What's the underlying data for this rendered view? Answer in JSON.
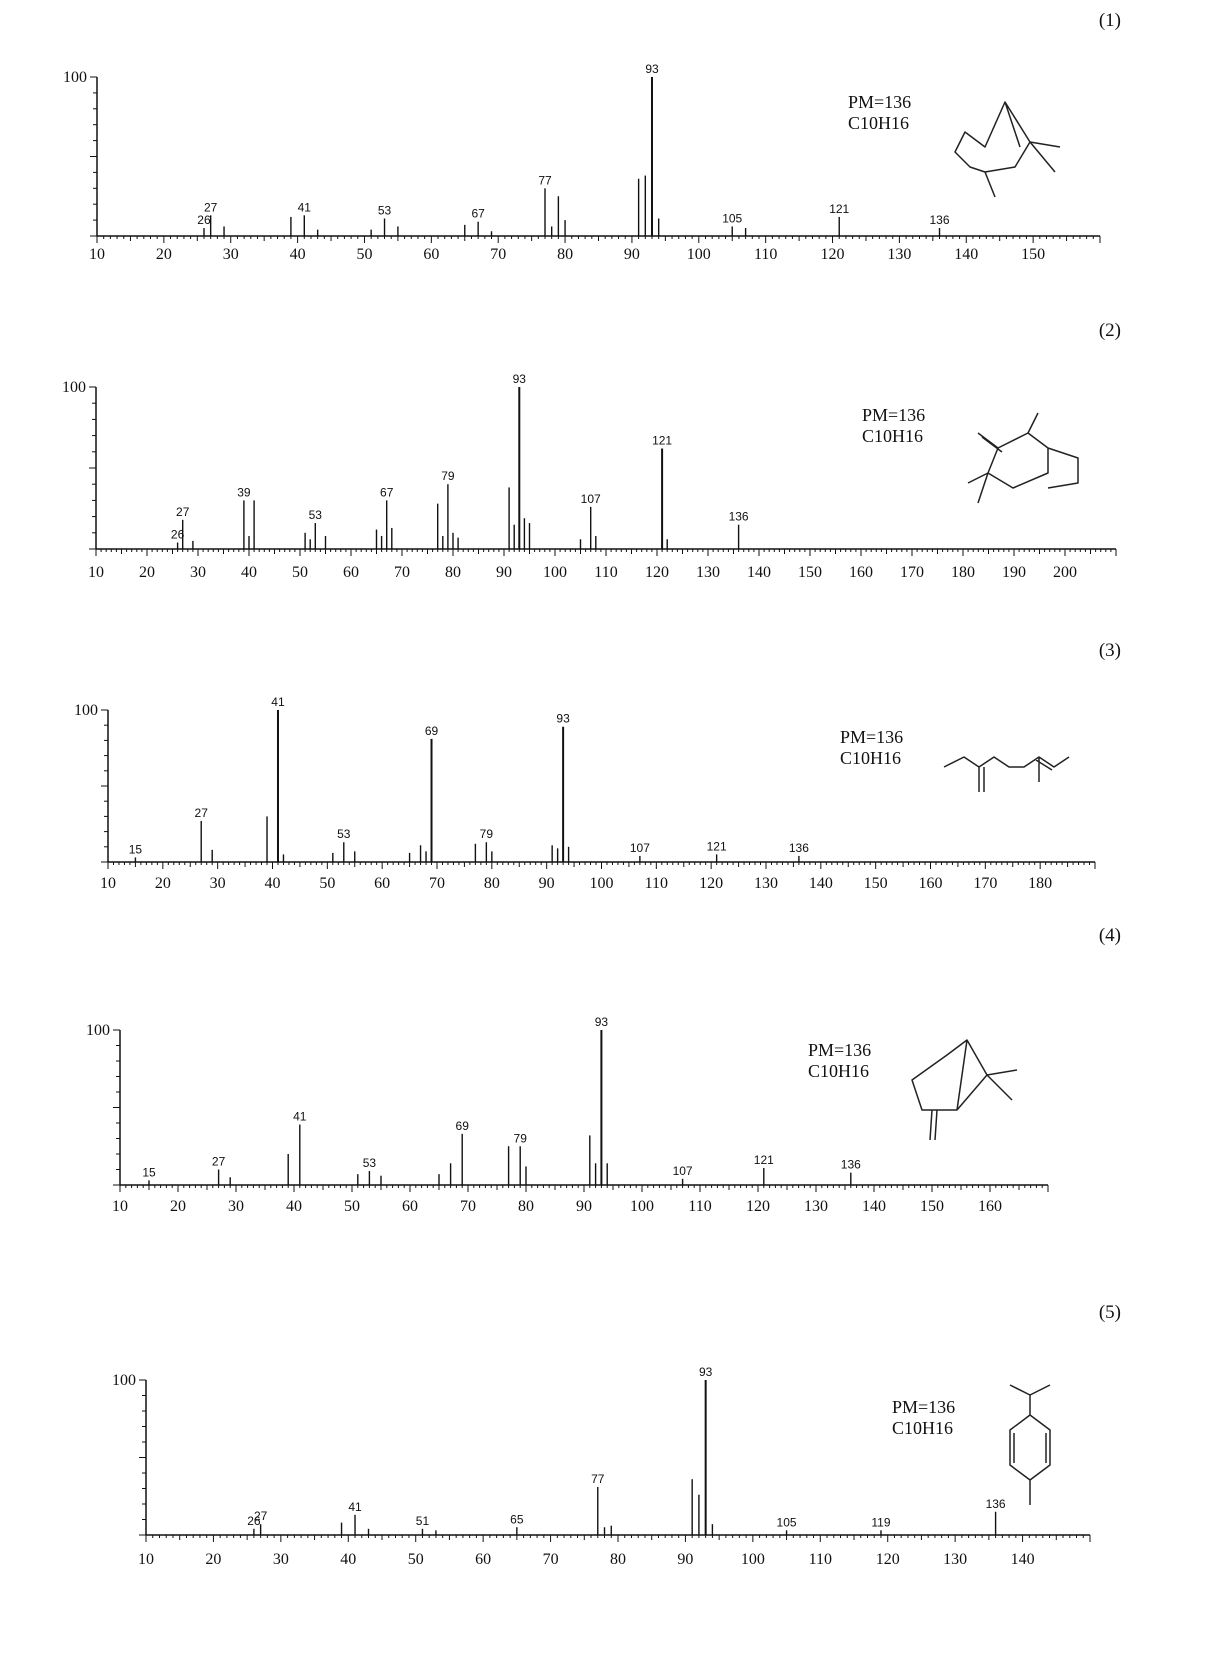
{
  "chart_data": [
    {
      "type": "bar",
      "panel_label": "(1)",
      "pm_text": "PM=136",
      "formula_text": "C10H16",
      "y_label": "100",
      "xlim": [
        10,
        160
      ],
      "ylim": [
        0,
        100
      ],
      "x_ticks": [
        10,
        20,
        30,
        40,
        50,
        60,
        70,
        80,
        90,
        100,
        110,
        120,
        130,
        140,
        150
      ],
      "structure_icon": "bicyclic-terpene-structure-icon",
      "peaks": [
        {
          "mz": 26,
          "i": 5,
          "label": "26"
        },
        {
          "mz": 27,
          "i": 13,
          "label": "27"
        },
        {
          "mz": 29,
          "i": 6
        },
        {
          "mz": 39,
          "i": 12
        },
        {
          "mz": 41,
          "i": 13,
          "label": "41"
        },
        {
          "mz": 43,
          "i": 4
        },
        {
          "mz": 51,
          "i": 4
        },
        {
          "mz": 53,
          "i": 11,
          "label": "53"
        },
        {
          "mz": 55,
          "i": 6
        },
        {
          "mz": 65,
          "i": 7
        },
        {
          "mz": 67,
          "i": 9,
          "label": "67"
        },
        {
          "mz": 69,
          "i": 3
        },
        {
          "mz": 77,
          "i": 30,
          "label": "77"
        },
        {
          "mz": 78,
          "i": 6
        },
        {
          "mz": 79,
          "i": 25
        },
        {
          "mz": 80,
          "i": 10
        },
        {
          "mz": 91,
          "i": 36
        },
        {
          "mz": 92,
          "i": 38
        },
        {
          "mz": 93,
          "i": 100,
          "label": "93"
        },
        {
          "mz": 94,
          "i": 11
        },
        {
          "mz": 105,
          "i": 6,
          "label": "105"
        },
        {
          "mz": 107,
          "i": 5
        },
        {
          "mz": 121,
          "i": 12,
          "label": "121"
        },
        {
          "mz": 136,
          "i": 5,
          "label": "136"
        }
      ]
    },
    {
      "type": "bar",
      "panel_label": "(2)",
      "pm_text": "PM=136",
      "formula_text": "C10H16",
      "y_label": "100",
      "xlim": [
        10,
        210
      ],
      "ylim": [
        0,
        100
      ],
      "x_ticks": [
        10,
        20,
        30,
        40,
        50,
        60,
        70,
        80,
        90,
        100,
        110,
        120,
        130,
        140,
        150,
        160,
        170,
        180,
        190,
        200
      ],
      "structure_icon": "camphene-structure-icon",
      "peaks": [
        {
          "mz": 26,
          "i": 4,
          "label": "26"
        },
        {
          "mz": 27,
          "i": 18,
          "label": "27"
        },
        {
          "mz": 29,
          "i": 5
        },
        {
          "mz": 39,
          "i": 30,
          "label": "39"
        },
        {
          "mz": 40,
          "i": 8
        },
        {
          "mz": 41,
          "i": 30
        },
        {
          "mz": 51,
          "i": 10
        },
        {
          "mz": 52,
          "i": 6
        },
        {
          "mz": 53,
          "i": 16,
          "label": "53"
        },
        {
          "mz": 55,
          "i": 8
        },
        {
          "mz": 65,
          "i": 12
        },
        {
          "mz": 66,
          "i": 8
        },
        {
          "mz": 67,
          "i": 30,
          "label": "67"
        },
        {
          "mz": 68,
          "i": 13
        },
        {
          "mz": 77,
          "i": 28
        },
        {
          "mz": 78,
          "i": 8
        },
        {
          "mz": 79,
          "i": 40,
          "label": "79"
        },
        {
          "mz": 80,
          "i": 10
        },
        {
          "mz": 81,
          "i": 7
        },
        {
          "mz": 91,
          "i": 38
        },
        {
          "mz": 92,
          "i": 15
        },
        {
          "mz": 93,
          "i": 100,
          "label": "93"
        },
        {
          "mz": 94,
          "i": 19
        },
        {
          "mz": 95,
          "i": 16
        },
        {
          "mz": 105,
          "i": 6
        },
        {
          "mz": 107,
          "i": 26,
          "label": "107"
        },
        {
          "mz": 108,
          "i": 8
        },
        {
          "mz": 121,
          "i": 62,
          "label": "121"
        },
        {
          "mz": 122,
          "i": 6
        },
        {
          "mz": 136,
          "i": 15,
          "label": "136"
        }
      ]
    },
    {
      "type": "bar",
      "panel_label": "(3)",
      "pm_text": "PM=136",
      "formula_text": "C10H16",
      "y_label": "100",
      "xlim": [
        10,
        190
      ],
      "ylim": [
        0,
        100
      ],
      "x_ticks": [
        10,
        20,
        30,
        40,
        50,
        60,
        70,
        80,
        90,
        100,
        110,
        120,
        130,
        140,
        150,
        160,
        170,
        180
      ],
      "structure_icon": "myrcene-structure-icon",
      "peaks": [
        {
          "mz": 15,
          "i": 3,
          "label": "15"
        },
        {
          "mz": 27,
          "i": 27,
          "label": "27"
        },
        {
          "mz": 29,
          "i": 8
        },
        {
          "mz": 39,
          "i": 30
        },
        {
          "mz": 41,
          "i": 100,
          "label": "41"
        },
        {
          "mz": 42,
          "i": 5
        },
        {
          "mz": 51,
          "i": 6
        },
        {
          "mz": 53,
          "i": 13,
          "label": "53"
        },
        {
          "mz": 55,
          "i": 7
        },
        {
          "mz": 65,
          "i": 6
        },
        {
          "mz": 67,
          "i": 11
        },
        {
          "mz": 68,
          "i": 7
        },
        {
          "mz": 69,
          "i": 81,
          "label": "69"
        },
        {
          "mz": 77,
          "i": 12
        },
        {
          "mz": 79,
          "i": 13,
          "label": "79"
        },
        {
          "mz": 80,
          "i": 7
        },
        {
          "mz": 91,
          "i": 11
        },
        {
          "mz": 92,
          "i": 9
        },
        {
          "mz": 93,
          "i": 89,
          "label": "93"
        },
        {
          "mz": 94,
          "i": 10
        },
        {
          "mz": 107,
          "i": 4,
          "label": "107"
        },
        {
          "mz": 121,
          "i": 5,
          "label": "121"
        },
        {
          "mz": 136,
          "i": 4,
          "label": "136"
        }
      ]
    },
    {
      "type": "bar",
      "panel_label": "(4)",
      "pm_text": "PM=136",
      "formula_text": "C10H16",
      "y_label": "100",
      "xlim": [
        10,
        170
      ],
      "ylim": [
        0,
        100
      ],
      "x_ticks": [
        10,
        20,
        30,
        40,
        50,
        60,
        70,
        80,
        90,
        100,
        110,
        120,
        130,
        140,
        150,
        160
      ],
      "structure_icon": "beta-pinene-structure-icon",
      "peaks": [
        {
          "mz": 15,
          "i": 3,
          "label": "15"
        },
        {
          "mz": 27,
          "i": 10,
          "label": "27"
        },
        {
          "mz": 29,
          "i": 5
        },
        {
          "mz": 39,
          "i": 20
        },
        {
          "mz": 41,
          "i": 39,
          "label": "41"
        },
        {
          "mz": 51,
          "i": 7
        },
        {
          "mz": 53,
          "i": 9,
          "label": "53"
        },
        {
          "mz": 55,
          "i": 6
        },
        {
          "mz": 65,
          "i": 7
        },
        {
          "mz": 67,
          "i": 14
        },
        {
          "mz": 69,
          "i": 33,
          "label": "69"
        },
        {
          "mz": 77,
          "i": 25
        },
        {
          "mz": 79,
          "i": 25,
          "label": "79"
        },
        {
          "mz": 80,
          "i": 12
        },
        {
          "mz": 91,
          "i": 32
        },
        {
          "mz": 92,
          "i": 14
        },
        {
          "mz": 93,
          "i": 100,
          "label": "93"
        },
        {
          "mz": 94,
          "i": 14
        },
        {
          "mz": 107,
          "i": 4,
          "label": "107"
        },
        {
          "mz": 121,
          "i": 11,
          "label": "121"
        },
        {
          "mz": 136,
          "i": 8,
          "label": "136"
        }
      ]
    },
    {
      "type": "bar",
      "panel_label": "(5)",
      "pm_text": "PM=136",
      "formula_text": "C10H16",
      "y_label": "100",
      "xlim": [
        10,
        150
      ],
      "ylim": [
        0,
        100
      ],
      "x_ticks": [
        10,
        20,
        30,
        40,
        50,
        60,
        70,
        80,
        90,
        100,
        110,
        120,
        130,
        140
      ],
      "structure_icon": "terpinene-structure-icon",
      "peaks": [
        {
          "mz": 26,
          "i": 4,
          "label": "26"
        },
        {
          "mz": 27,
          "i": 7,
          "label": "27"
        },
        {
          "mz": 39,
          "i": 8
        },
        {
          "mz": 41,
          "i": 13,
          "label": "41"
        },
        {
          "mz": 43,
          "i": 4
        },
        {
          "mz": 51,
          "i": 4,
          "label": "51"
        },
        {
          "mz": 53,
          "i": 3
        },
        {
          "mz": 65,
          "i": 5,
          "label": "65"
        },
        {
          "mz": 77,
          "i": 31,
          "label": "77"
        },
        {
          "mz": 78,
          "i": 5
        },
        {
          "mz": 79,
          "i": 6
        },
        {
          "mz": 91,
          "i": 36
        },
        {
          "mz": 92,
          "i": 26
        },
        {
          "mz": 93,
          "i": 100,
          "label": "93"
        },
        {
          "mz": 94,
          "i": 7
        },
        {
          "mz": 105,
          "i": 3,
          "label": "105"
        },
        {
          "mz": 119,
          "i": 3,
          "label": "119"
        },
        {
          "mz": 136,
          "i": 15,
          "label": "136"
        }
      ]
    }
  ]
}
